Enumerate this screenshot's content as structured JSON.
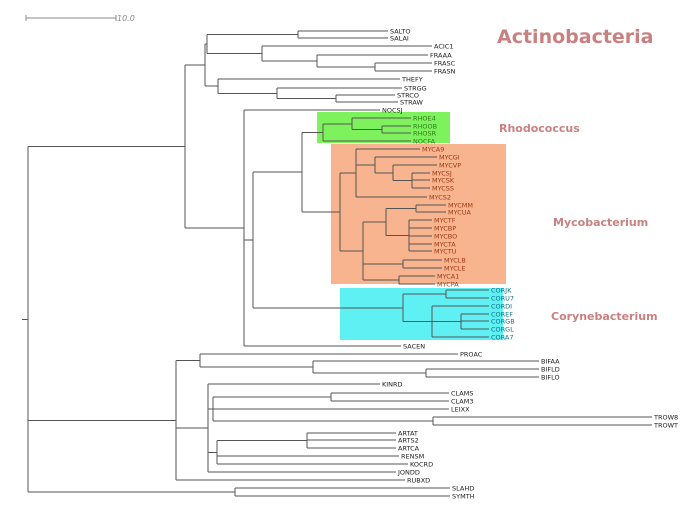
{
  "title": "Actinobacteria",
  "scale_label": "10.0",
  "clades": [
    {
      "name": "Rhodococcus",
      "color": "#7ef25c"
    },
    {
      "name": "Mycobacterium",
      "color": "#f8b48f"
    },
    {
      "name": "Corynebacterium",
      "color": "#5ef0f2"
    }
  ],
  "leaves": [
    "SALTO",
    "SALAI",
    "ACIC1",
    "FRAAA",
    "FRASC",
    "FRASN",
    "THEFY",
    "STRGG",
    "STRCO",
    "STRAW",
    "NOCSJ",
    "RHOE4",
    "RHOOB",
    "RHOSR",
    "NOCFA",
    "MYCA9",
    "MYCGI",
    "MYCVP",
    "MYCSJ",
    "MYCSK",
    "MYCSS",
    "MYCS2",
    "MYCMM",
    "MYCUA",
    "MYCTF",
    "MYCBP",
    "MYCBO",
    "MYCTA",
    "MYCTU",
    "MYCLB",
    "MYCLE",
    "MYCA1",
    "MYCPA",
    "CORJK",
    "CORU7",
    "CORDI",
    "COREF",
    "CORGB",
    "CORGL",
    "CORA7",
    "SACEN",
    "PROAC",
    "BIFAA",
    "BIFLD",
    "BIFLO",
    "KINRD",
    "CLAMS",
    "CLAM3",
    "LEIXX",
    "TROW8",
    "TROWT",
    "ARTAT",
    "ARTS2",
    "ARTCA",
    "RENSM",
    "KOCRD",
    "JONDD",
    "RUBXD",
    "SLAHD",
    "SYMTH"
  ]
}
